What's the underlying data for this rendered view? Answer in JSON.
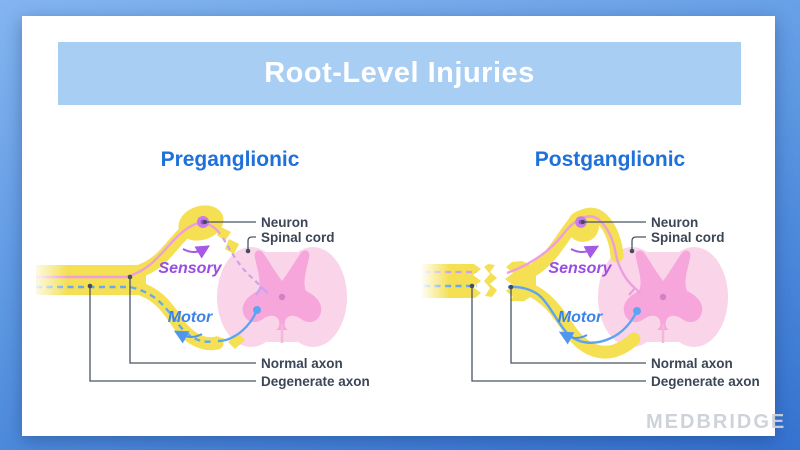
{
  "banner": {
    "title": "Root-Level Injuries"
  },
  "watermark": "MEDBRIDGE",
  "diagrams": [
    {
      "id": "preganglionic",
      "heading": "Preganglionic",
      "labels": {
        "neuron": "Neuron",
        "spinal_cord": "Spinal cord",
        "sensory": "Sensory",
        "motor": "Motor",
        "normal_axon": "Normal axon",
        "degenerate_axon": "Degenerate axon"
      }
    },
    {
      "id": "postganglionic",
      "heading": "Postganglionic",
      "labels": {
        "neuron": "Neuron",
        "spinal_cord": "Spinal cord",
        "sensory": "Sensory",
        "motor": "Motor",
        "normal_axon": "Normal axon",
        "degenerate_axon": "Degenerate axon"
      }
    }
  ],
  "colors": {
    "background_top": "#84b5f0",
    "background_bottom": "#3572d0",
    "banner": "#a9cef3",
    "title_text": "#ffffff",
    "heading_blue": "#1e70da",
    "nerve_yellow": "#f5df52",
    "cord_pink": "#fad5e9",
    "gray_matter_pink": "#f7a6db",
    "central_canal": "#d77fc4",
    "sensory_text_purple": "#9b4ce2",
    "motor_text_blue": "#3b82ea",
    "sensory_axon_line": "#ec9ede",
    "degenerate_sensory_line": "#c9a2f2",
    "motor_axon_line": "#5fa4f0",
    "neuron_body": "#c77ee6",
    "label_dark": "#3b4656"
  }
}
